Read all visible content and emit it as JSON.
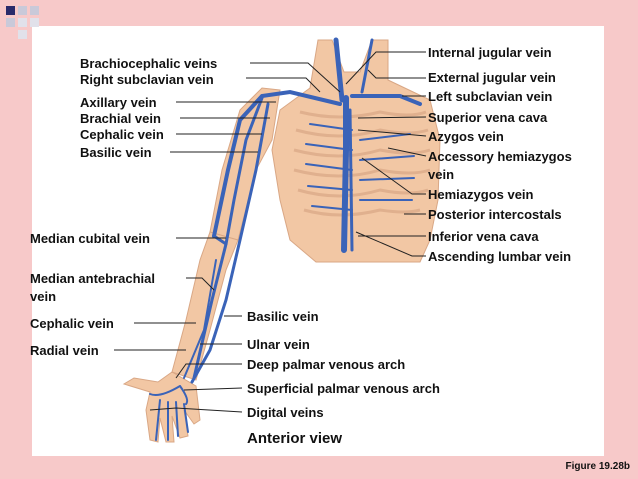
{
  "labels_left": [
    "Brachiocephalic veins",
    "Right subclavian vein",
    "Axillary vein",
    "Brachial vein",
    "Cephalic vein",
    "Basilic vein",
    "Median cubital vein",
    "Median antebrachial",
    "vein",
    "Cephalic vein",
    "Radial vein"
  ],
  "labels_right": [
    "Internal jugular vein",
    "External jugular vein",
    "Left subclavian vein",
    "Superior vena cava",
    "Azygos vein",
    "Accessory hemiazygos",
    "vein",
    "Hemiazygos vein",
    "Posterior intercostals",
    "Inferior vena cava",
    "Ascending lumbar vein"
  ],
  "labels_center": [
    "Basilic vein",
    "Ulnar vein",
    "Deep palmar venous arch",
    "Superficial palmar venous arch",
    "Digital veins"
  ],
  "caption": "Anterior view",
  "figure_label": "Figure 19.28b",
  "colors": {
    "background": "#f7c9c9",
    "panel": "#ffffff",
    "skin": "#f2c7a4",
    "vein": "#3a63b8",
    "leader_line": "#222222",
    "decor_square": "#2a2a6a"
  }
}
